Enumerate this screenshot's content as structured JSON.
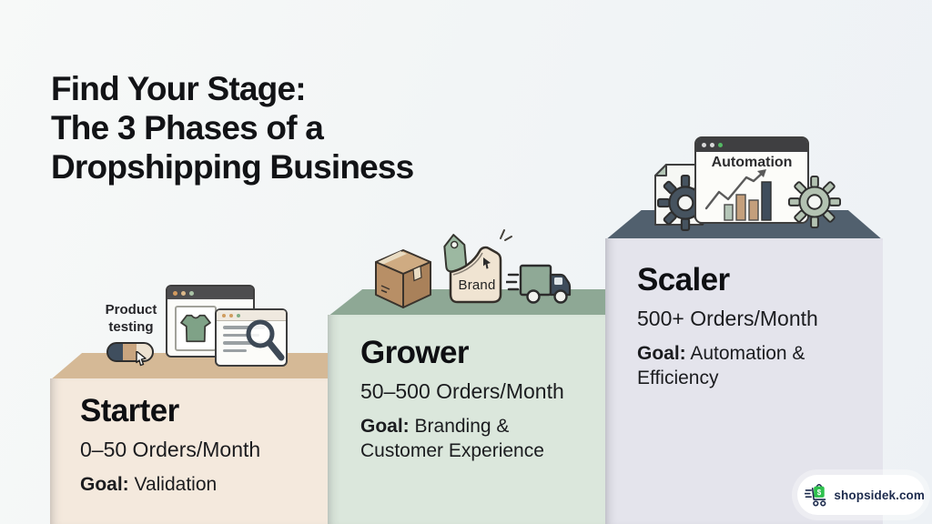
{
  "title": {
    "lines": [
      "Find Your Stage:",
      "The 3 Phases of a",
      "Dropshipping Business"
    ]
  },
  "stages": [
    {
      "name": "Starter",
      "orders": "0–50 Orders/Month",
      "goal_label": "Goal:",
      "goal": "Validation",
      "annotation": "Product testing",
      "colors": {
        "face": "#f4e9dd",
        "top": "#d5b996"
      }
    },
    {
      "name": "Grower",
      "orders": "50–500 Orders/Month",
      "goal_label": "Goal:",
      "goal": "Branding & Customer Experience",
      "annotation": "Brand",
      "colors": {
        "face": "#dbe7dc",
        "top": "#8ea895"
      }
    },
    {
      "name": "Scaler",
      "orders": "500+ Orders/Month",
      "goal_label": "Goal:",
      "goal": "Automation & Efficiency",
      "annotation": "Automation",
      "colors": {
        "face": "#e4e4ec",
        "top": "#51606e"
      }
    }
  ],
  "badge": {
    "text": "shopsidek.com",
    "currency_symbol": "$",
    "accent": "#2fc14e",
    "text_color": "#1e2c4e"
  },
  "icons": {
    "starter": [
      "product-testing-toggle-icon",
      "cursor-icon",
      "storefront-browser-icon",
      "tshirt-icon",
      "search-browser-icon",
      "magnifier-icon"
    ],
    "grower": [
      "package-box-icon",
      "price-tag-icon",
      "brand-flag-icon",
      "sparkle-icon",
      "delivery-truck-icon"
    ],
    "scaler": [
      "document-page-icon",
      "gear-icon",
      "automation-browser-icon",
      "trend-arrow-icon",
      "bar-chart-icon"
    ],
    "badge": [
      "cart-logo-icon"
    ]
  }
}
